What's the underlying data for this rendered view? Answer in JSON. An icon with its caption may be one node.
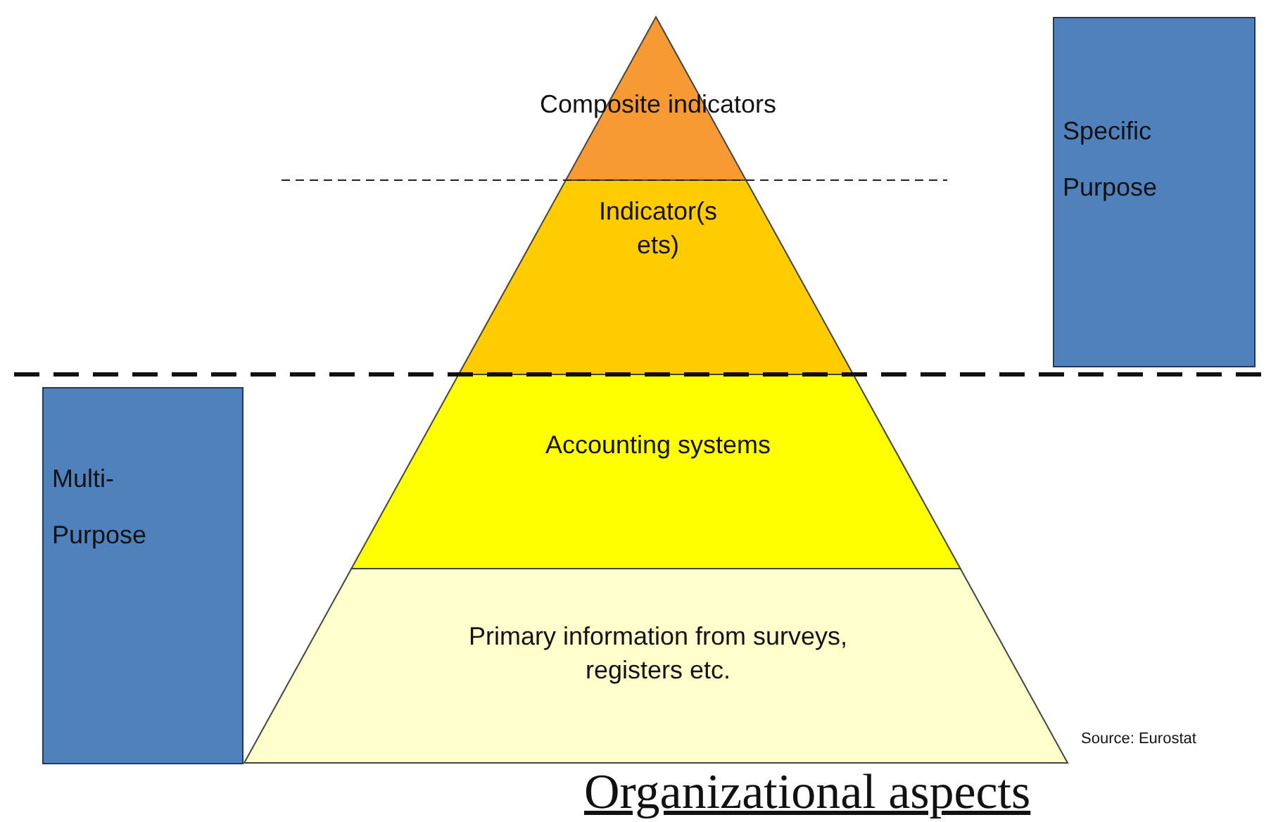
{
  "diagram": {
    "caption": "Organizational aspects",
    "nodes": [
      {
        "text": [
          "Composite indicators"
        ]
      },
      {
        "text": [
          "Indicator(s ets)"
        ]
      },
      {
        "text": [
          "Accounting systems"
        ]
      },
      {
        "text": [
          "Primary information from surveys, registers etc."
        ]
      },
      {
        "text": [
          "Specific Purpose"
        ]
      },
      {
        "text": [
          "Multi-Purpose"
        ]
      }
    ],
    "edges": [],
    "labels": [
      "Source: Eurostat"
    ]
  }
}
